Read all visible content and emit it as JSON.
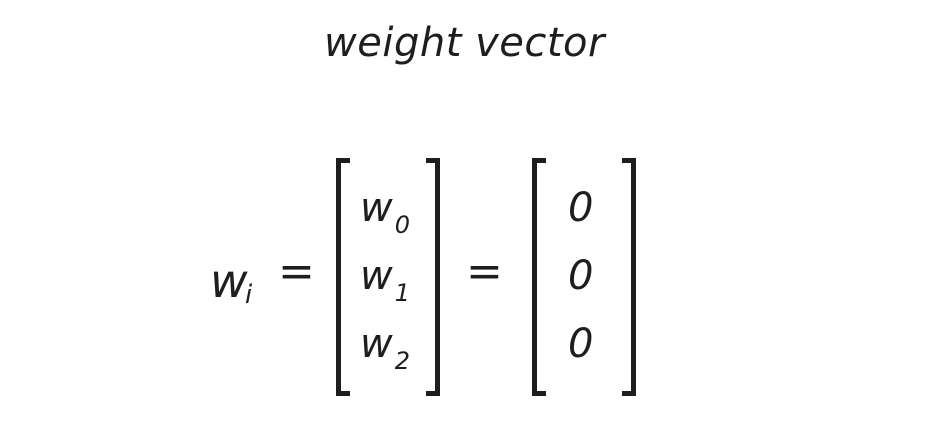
{
  "title": "weight vector",
  "lhs": {
    "symbol": "w",
    "subscript": "i"
  },
  "equals_sign": "=",
  "symbolic_vector": [
    {
      "symbol": "w",
      "subscript": "0"
    },
    {
      "symbol": "w",
      "subscript": "1"
    },
    {
      "symbol": "w",
      "subscript": "2"
    }
  ],
  "value_vector": [
    "0",
    "0",
    "0"
  ]
}
